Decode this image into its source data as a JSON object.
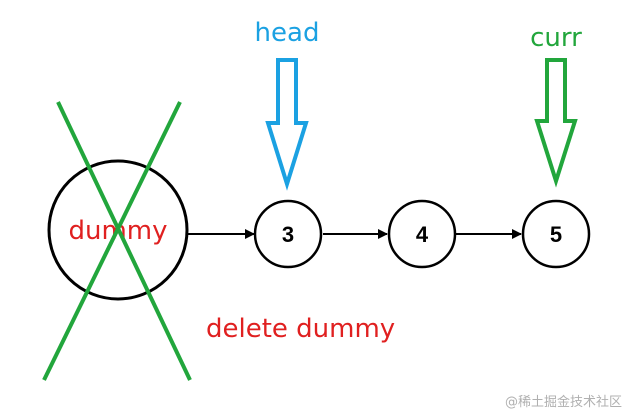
{
  "colors": {
    "head": "#1ba1e2",
    "curr": "#22a63c",
    "cross": "#22a63c",
    "red": "#e02020",
    "node_stroke": "#000000",
    "watermark": "#b0b0b0"
  },
  "labels": {
    "head": "head",
    "curr": "curr",
    "dummy": "dummy",
    "delete": "delete dummy",
    "watermark": "@稀土掘金技术社区"
  },
  "nodes": [
    {
      "value": "3"
    },
    {
      "value": "4"
    },
    {
      "value": "5"
    }
  ],
  "icons": {
    "head_pointer": "down-arrow-icon",
    "curr_pointer": "down-arrow-icon",
    "cross": "cross-out-icon",
    "watermark_logo": "logo"
  }
}
